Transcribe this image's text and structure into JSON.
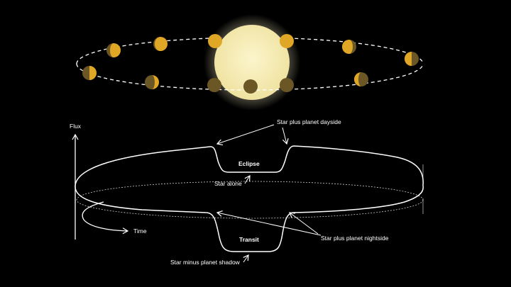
{
  "axis": {
    "y_label": "Flux",
    "x_label": "Time"
  },
  "labels": {
    "star_plus_dayside": "Star plus planet dayside",
    "eclipse": "Eclipse",
    "star_alone": "Star alone",
    "transit": "Transit",
    "star_plus_nightside": "Star plus planet nightside",
    "star_minus_shadow": "Star minus planet shadow"
  },
  "colors": {
    "background": "#000000",
    "star": "#f6efb4",
    "planet_lit": "#e0a625",
    "planet_dark": "#6b5625",
    "lines": "#ffffff"
  },
  "planet_phases": [
    {
      "name": "full",
      "lit_fraction": 1.0
    },
    {
      "name": "waning-gibbous",
      "lit_fraction": 0.75
    },
    {
      "name": "half",
      "lit_fraction": 0.5
    },
    {
      "name": "crescent",
      "lit_fraction": 0.25
    },
    {
      "name": "new",
      "lit_fraction": 0.0
    }
  ]
}
